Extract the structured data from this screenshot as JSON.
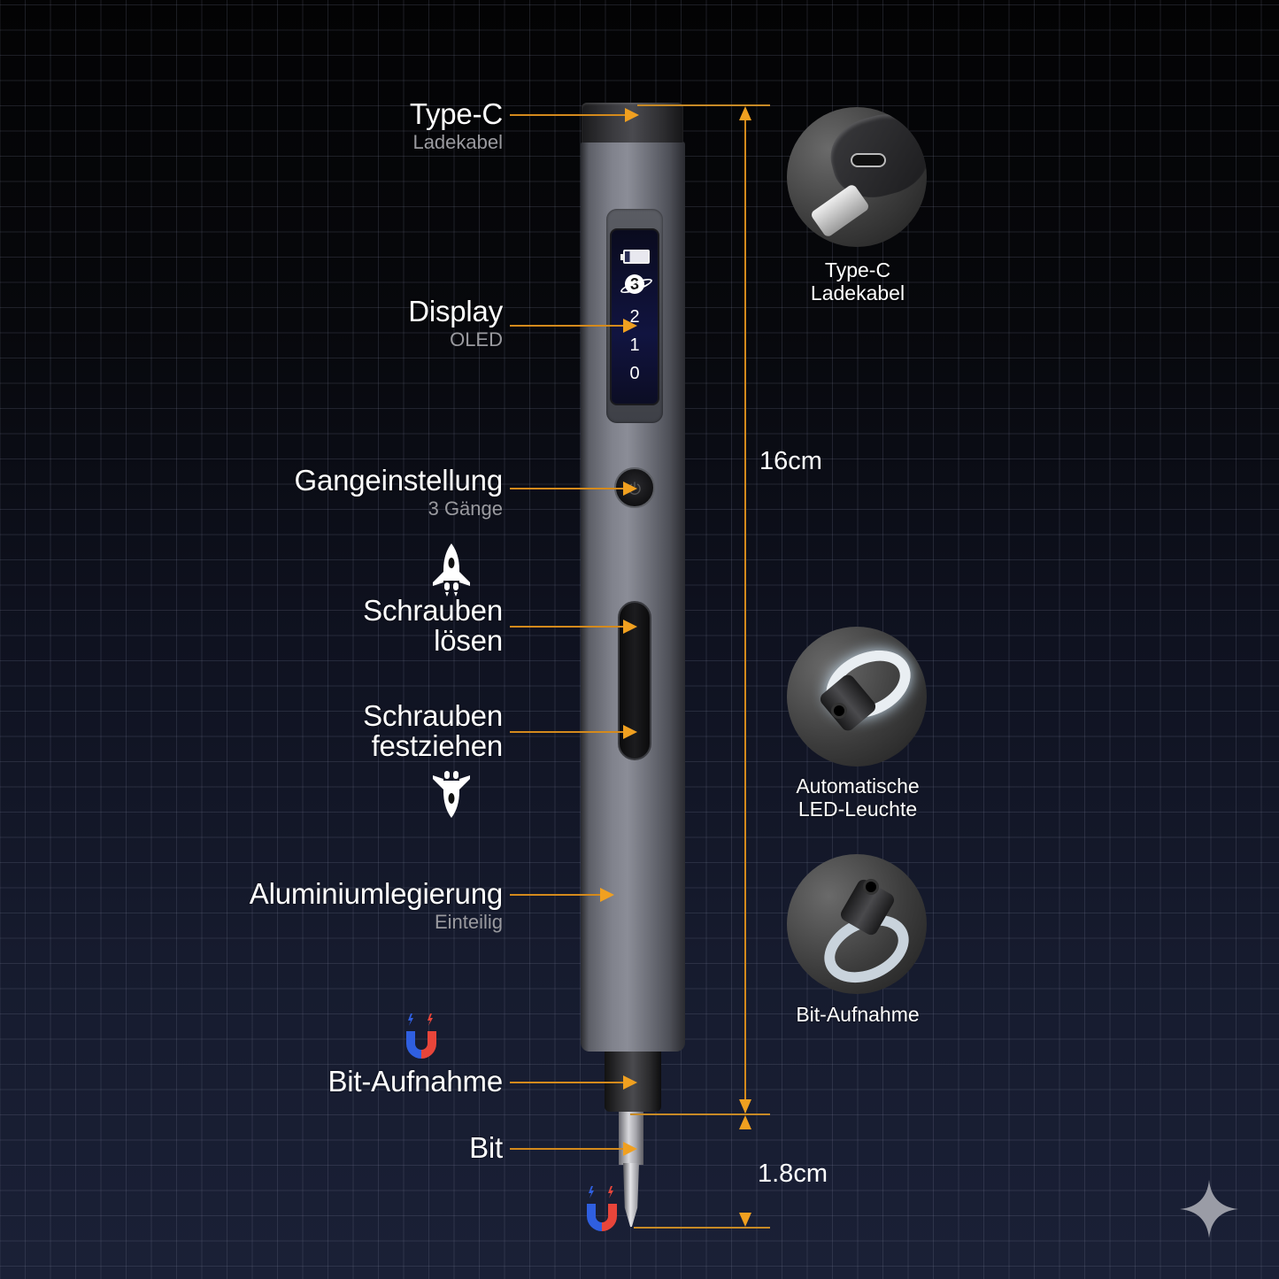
{
  "colors": {
    "accent": "#f0a020",
    "callout_line": "#d48a1c",
    "background_top": "#030304",
    "background_bottom": "#1a2036",
    "text_primary": "#ffffff",
    "text_secondary": "#9a9a9f",
    "magnet_north": "#2f5fe0",
    "magnet_south": "#e8453a"
  },
  "callouts": [
    {
      "id": "type-c",
      "title": "Type-C",
      "subtitle": "Ladekabel"
    },
    {
      "id": "display",
      "title": "Display",
      "subtitle": "OLED"
    },
    {
      "id": "gear-setting",
      "title": "Gangeinstellung",
      "subtitle": "3 Gänge"
    },
    {
      "id": "loosen",
      "title": "Schrauben lösen",
      "line1": "Schrauben",
      "line2": "lösen"
    },
    {
      "id": "tighten",
      "title": "Schrauben festziehen",
      "line1": "Schrauben",
      "line2": "festziehen"
    },
    {
      "id": "material",
      "title": "Aluminiumlegierung",
      "subtitle": "Einteilig"
    },
    {
      "id": "bit-holder",
      "title": "Bit-Aufnahme"
    },
    {
      "id": "bit",
      "title": "Bit"
    }
  ],
  "display": {
    "battery_icon": "battery-icon",
    "gear_current": "3",
    "levels": [
      "2",
      "1",
      "0"
    ]
  },
  "dimensions": {
    "body_length": "16cm",
    "bit_length": "1.8cm"
  },
  "detail_views": [
    {
      "caption_line1": "Type-C",
      "caption_line2": "Ladekabel"
    },
    {
      "caption_line1": "Automatische",
      "caption_line2": "LED-Leuchte"
    },
    {
      "caption_line1": "Bit-Aufnahme",
      "caption_line2": ""
    }
  ],
  "icons": {
    "rocket_up": "rocket-up-icon",
    "rocket_down": "rocket-down-icon",
    "magnet": "magnet-icon",
    "power": "power-icon",
    "sparkle": "sparkle-icon"
  }
}
